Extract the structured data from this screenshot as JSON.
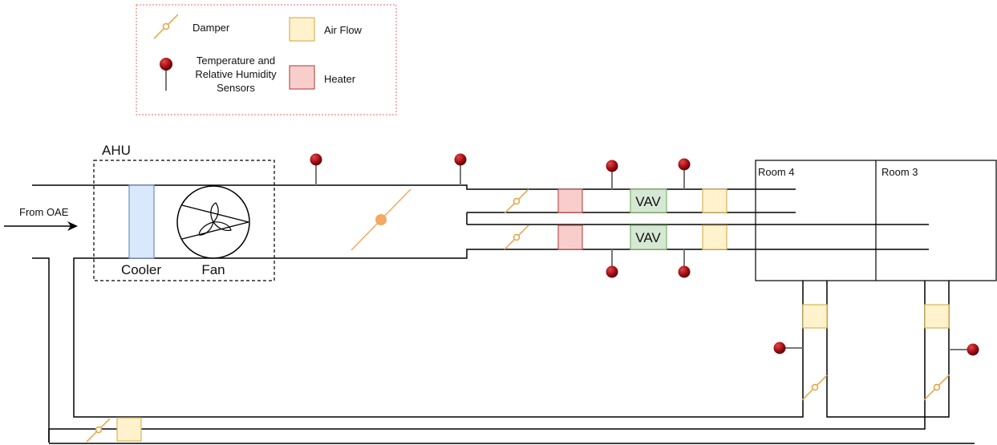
{
  "legend": {
    "damper": "Damper",
    "air_flow": "Air Flow",
    "sensor_line1": "Temperature and",
    "sensor_line2": "Relative Humidity",
    "sensor_line3": "Sensors",
    "heater": "Heater"
  },
  "ahu": {
    "title": "AHU",
    "cooler": "Cooler",
    "fan": "Fan"
  },
  "inlet": "From OAE",
  "vav": [
    "VAV",
    "VAV"
  ],
  "rooms": [
    "Room 4",
    "Room 3"
  ],
  "colors": {
    "damper": "#e6a23c",
    "airflow_fill": "#fff2cc",
    "airflow_stroke": "#d6b656",
    "heater_fill": "#f8cecc",
    "heater_stroke": "#b85450",
    "vav_fill": "#d5e8d4",
    "vav_stroke": "#82b366",
    "cooler_fill": "#dae8fc",
    "cooler_stroke": "#6c8ebf",
    "sensor": "#a50f15",
    "legend_border": "#ea6b66",
    "big_damper": "#f5a95f"
  }
}
